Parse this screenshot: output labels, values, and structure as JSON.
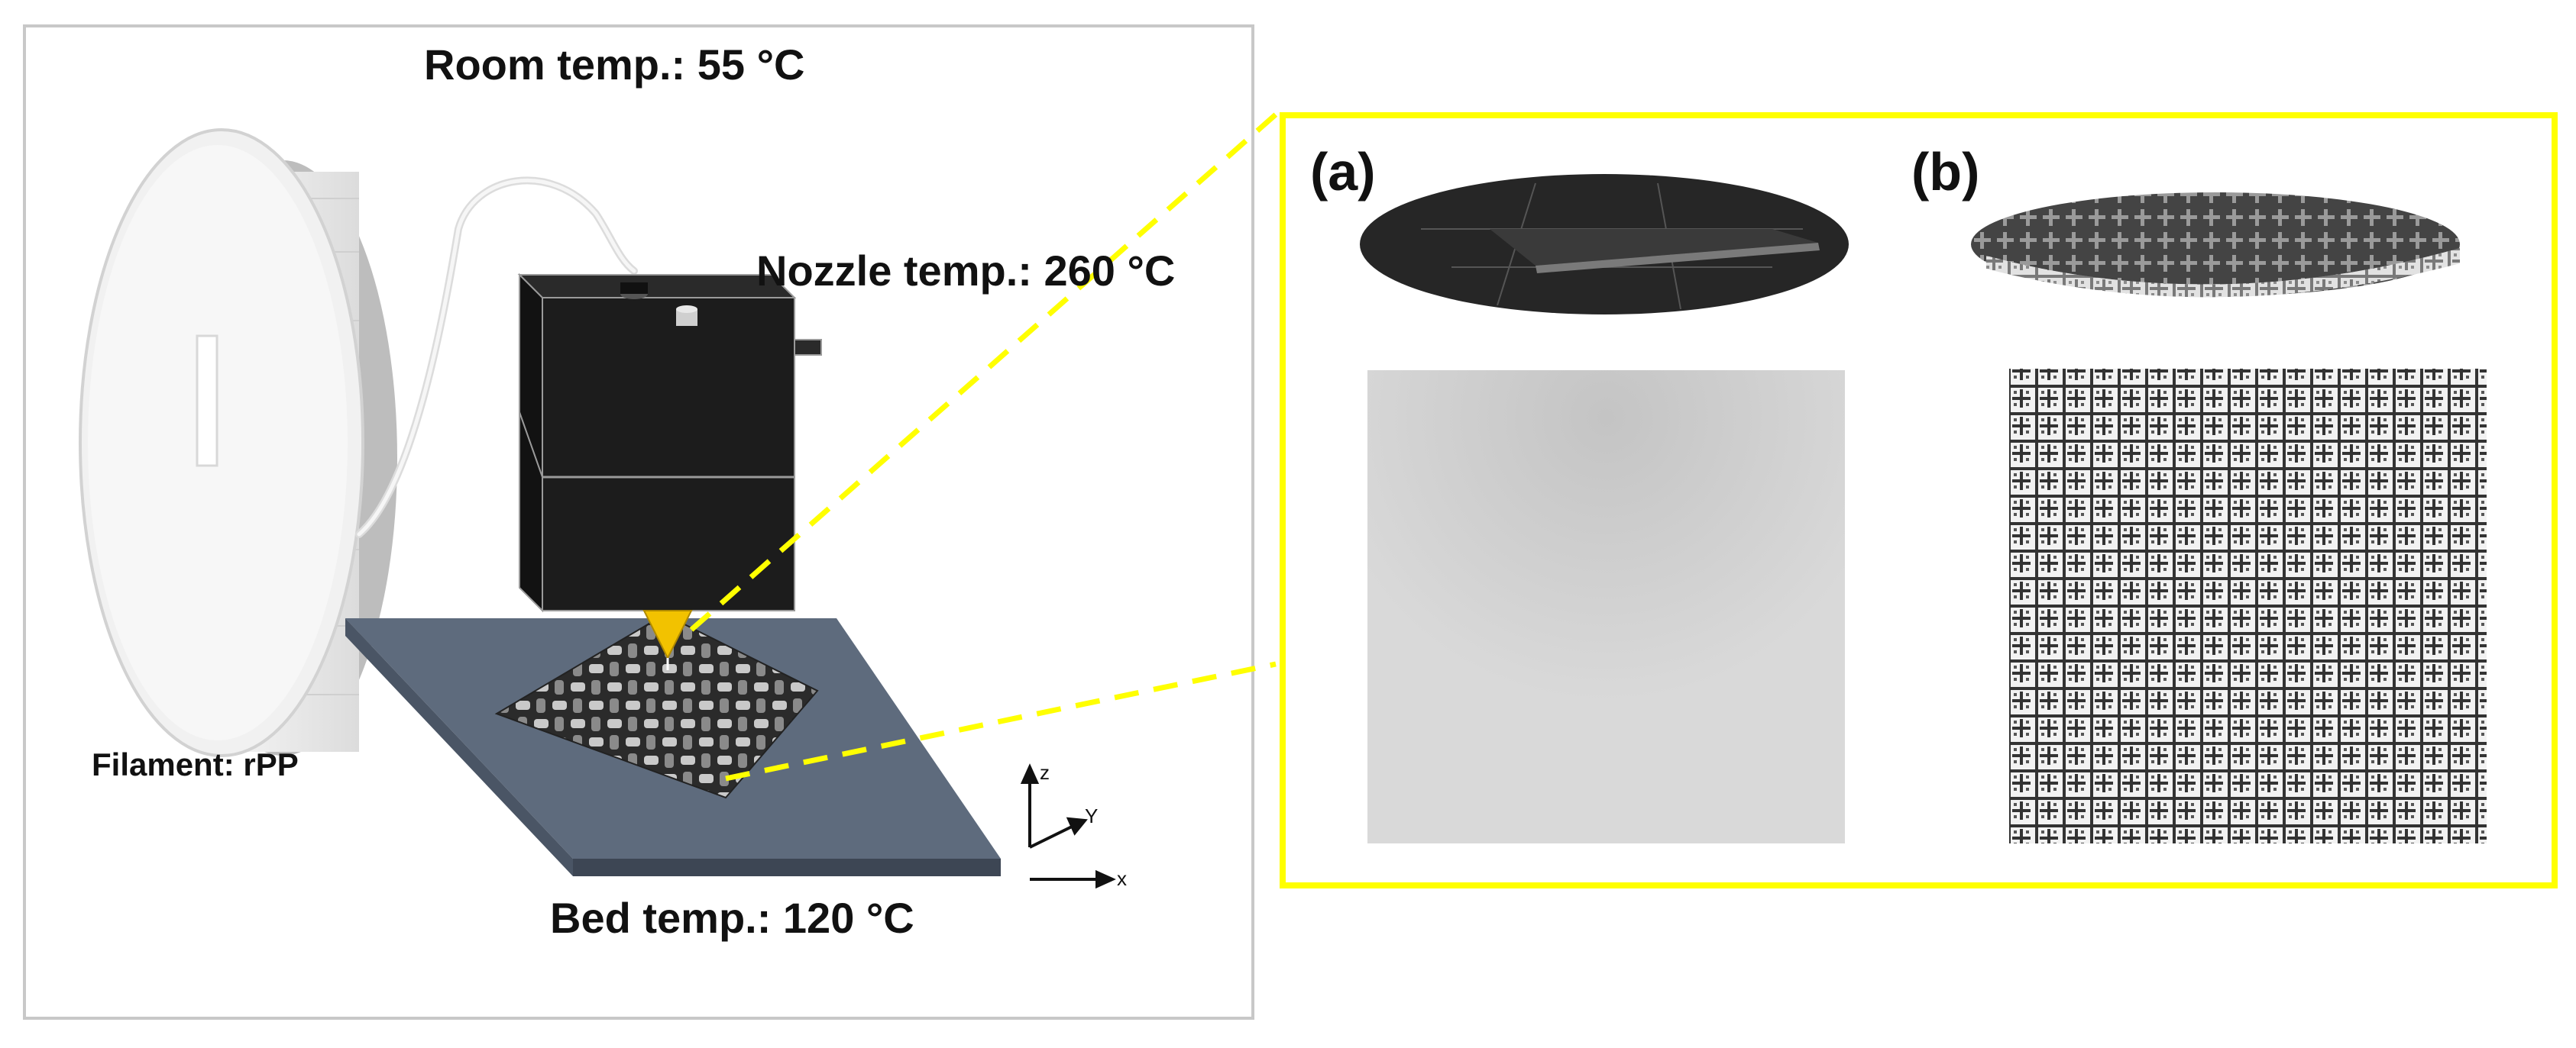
{
  "labels": {
    "room_temp": "Room temp.: 55 °C",
    "nozzle_temp": "Nozzle temp.: 260 °C",
    "bed_temp": "Bed temp.: 120 °C",
    "filament": "Filament: rPP"
  },
  "axes": {
    "z": "z",
    "y": "Y",
    "x": "x"
  },
  "panels": {
    "a": "(a)",
    "b": "(b)"
  },
  "colors": {
    "highlight": "#ffff00",
    "printer_head": "#1c1c1c",
    "bed": "#5e6b7d",
    "nozzle": "#f2c200",
    "frame_border": "#c8c8c8",
    "sample_a": "#d9d9d9"
  }
}
